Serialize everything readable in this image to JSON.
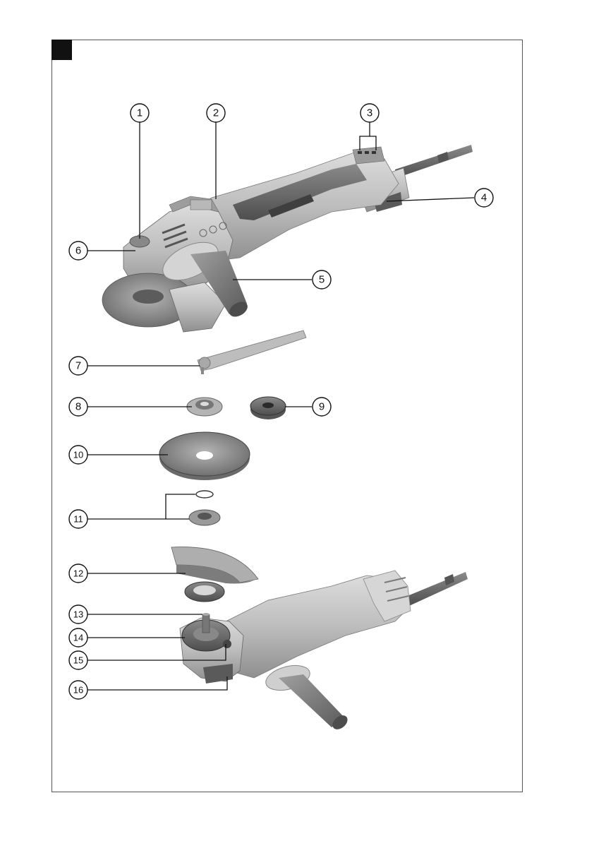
{
  "figure": {
    "callouts": [
      {
        "id": "1",
        "label": "①"
      },
      {
        "id": "2",
        "label": "②"
      },
      {
        "id": "3",
        "label": "③"
      },
      {
        "id": "4",
        "label": "④"
      },
      {
        "id": "5",
        "label": "⑤"
      },
      {
        "id": "6",
        "label": "⑥"
      },
      {
        "id": "7",
        "label": "⑦"
      },
      {
        "id": "8",
        "label": "⑧"
      },
      {
        "id": "9",
        "label": "⑨"
      },
      {
        "id": "10",
        "label": "⑩"
      },
      {
        "id": "11",
        "label": "⑪"
      },
      {
        "id": "12",
        "label": "⑫"
      },
      {
        "id": "13",
        "label": "⑬"
      },
      {
        "id": "14",
        "label": "⑭"
      },
      {
        "id": "15",
        "label": "⑮"
      },
      {
        "id": "16",
        "label": "⑯"
      }
    ]
  },
  "colors": {
    "body_light": "#c9c9c9",
    "body_mid": "#a9a9a9",
    "body_dark": "#6e6e6e",
    "ink": "#111111"
  }
}
